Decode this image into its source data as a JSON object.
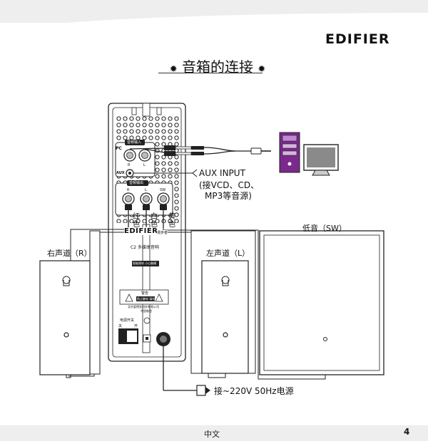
{
  "header": {
    "brand": "EDIFIER",
    "title": "音箱的连接",
    "title_bullet_left": "✹",
    "title_bullet_right": "✹"
  },
  "main_unit": {
    "brand": "EDIFIER",
    "brand_sub": "漫步者",
    "model": "C2 多媒体音响",
    "input_panel_label": "音频输入",
    "pc_label": "PC",
    "aux_label": "AUX",
    "r_label": "R",
    "l_label": "L",
    "output_panel_label": "音频输出",
    "out_r": "R",
    "out_l": "L",
    "out_sw": "SW",
    "red_label": "红色",
    "white_label": "白色",
    "yellow_label": "黄色",
    "tag_label": "智能视听 小心触摸",
    "warning_title": "警告",
    "warning_text": "防止触电 请勿打开",
    "company": "北京爱德发科技有限公司",
    "made_in": "中国制造",
    "power_switch": "电源开关",
    "off": "关",
    "on": "开"
  },
  "labels": {
    "aux_input": "AUX INPUT",
    "aux_note_1": "(接VCD、CD、",
    "aux_note_2": "MP3等音源)",
    "right_channel": "右声道（R）",
    "left_channel": "左声道（L）",
    "subwoofer": "低音（SW）",
    "power": "接~220V 50Hz电源"
  },
  "footer": {
    "language": "中文",
    "page_number": "4"
  },
  "colors": {
    "line": "#222222",
    "band": "#eeeeee",
    "pc_purple": "#7a2a8c",
    "pc_gray": "#8a8a8a"
  }
}
